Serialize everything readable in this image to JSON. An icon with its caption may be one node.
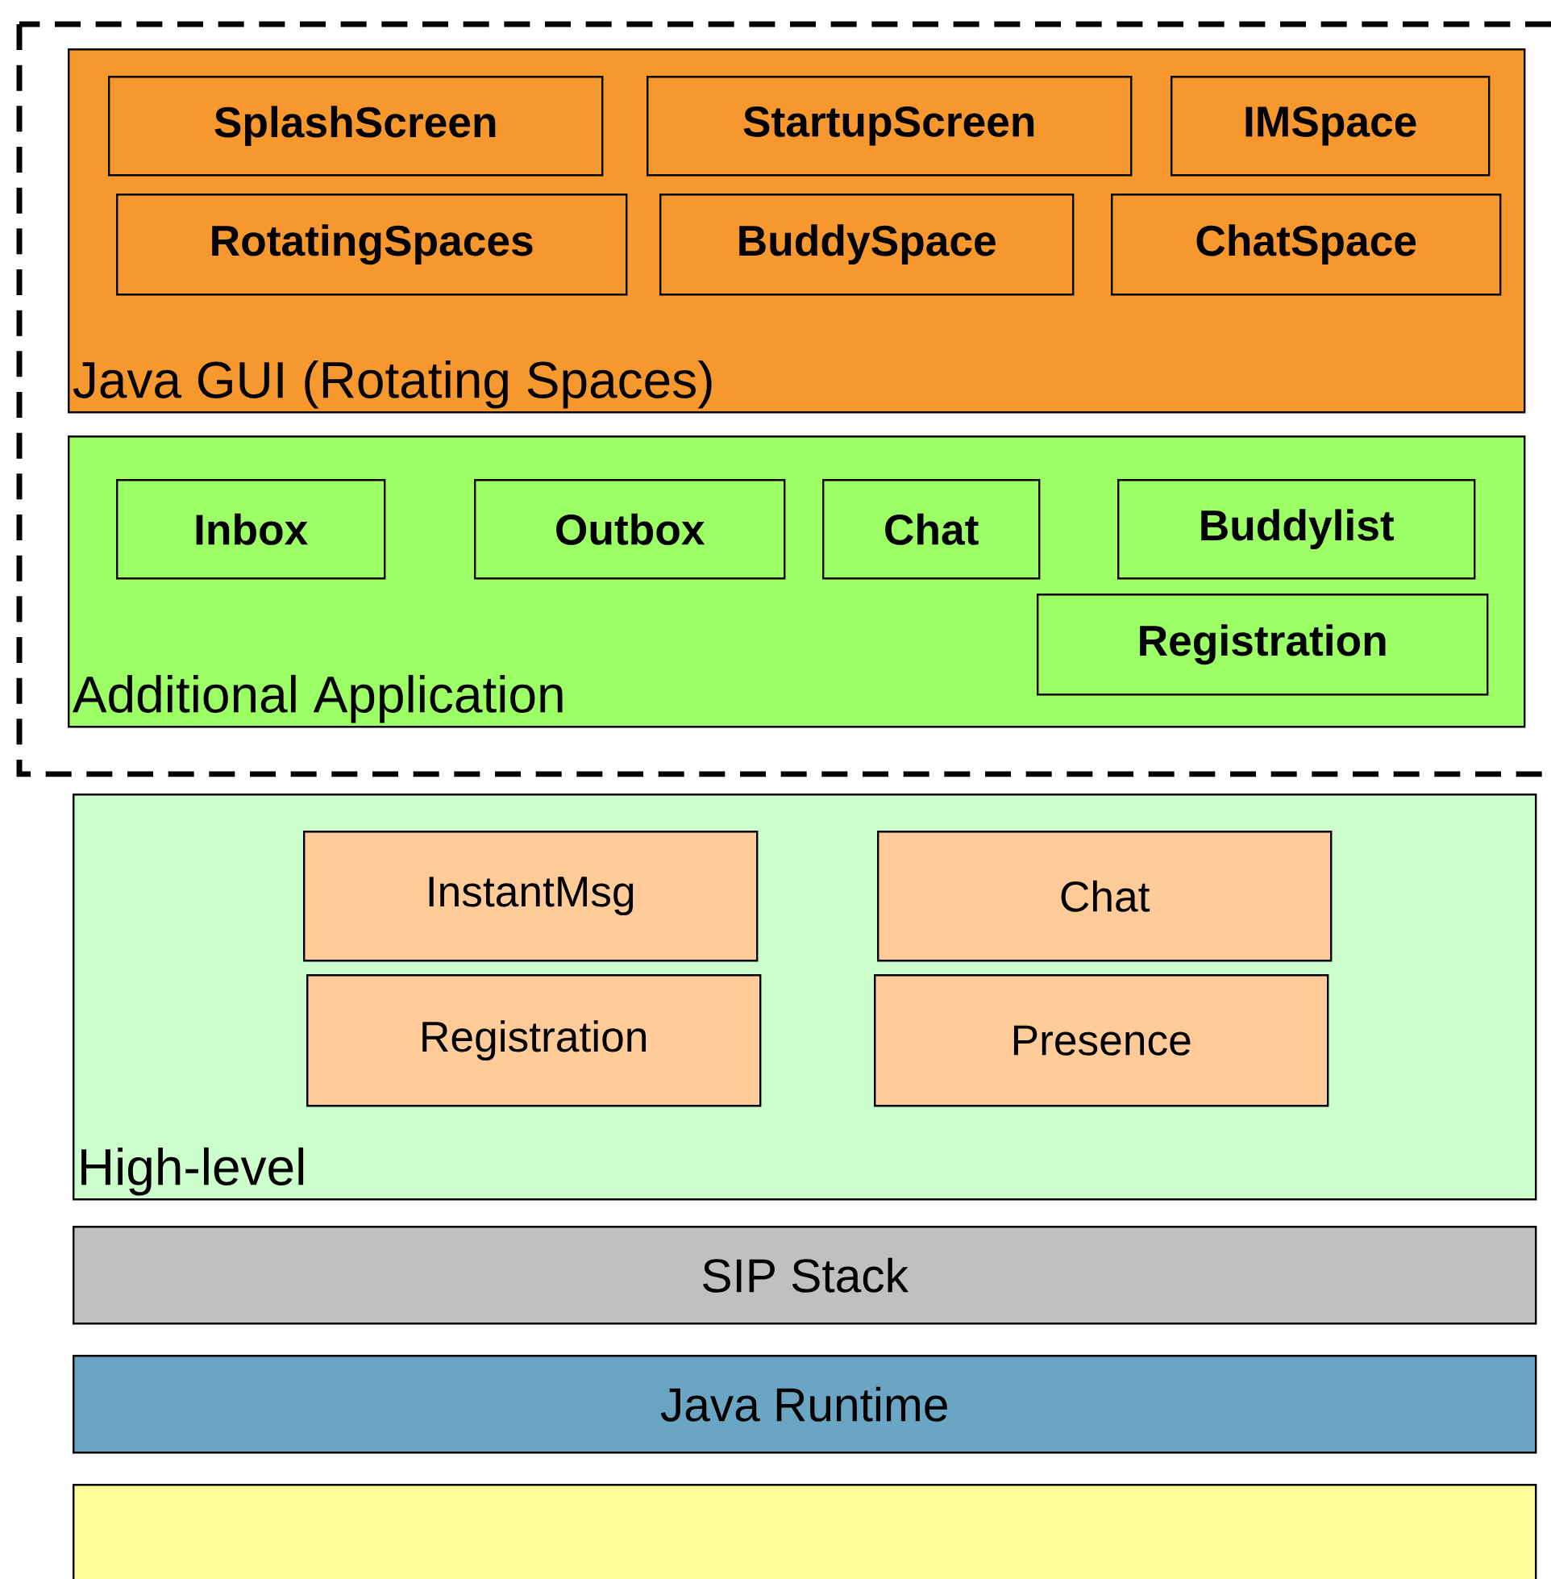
{
  "diagram": {
    "nodes": [
      {
        "text": [
          "Java GUI (Rotating Spaces)"
        ]
      },
      {
        "text": [
          "SplashScreen"
        ],
        "in": 0
      },
      {
        "text": [
          "StartupScreen"
        ],
        "in": 0
      },
      {
        "text": [
          "IMSpace"
        ],
        "in": 0
      },
      {
        "text": [
          "RotatingSpaces"
        ],
        "in": 0
      },
      {
        "text": [
          "BuddySpace"
        ],
        "in": 0
      },
      {
        "text": [
          "ChatSpace"
        ],
        "in": 0
      },
      {
        "text": [
          "Additional Application"
        ]
      },
      {
        "text": [
          "Inbox"
        ],
        "in": 7
      },
      {
        "text": [
          "Outbox"
        ],
        "in": 7
      },
      {
        "text": [
          "Chat"
        ],
        "in": 7
      },
      {
        "text": [
          "Buddylist"
        ],
        "in": 7
      },
      {
        "text": [
          "Registration"
        ],
        "in": 7
      },
      {
        "text": [
          "High-level"
        ]
      },
      {
        "text": [
          "InstantMsg"
        ],
        "in": 13
      },
      {
        "text": [
          "Chat"
        ],
        "in": 13
      },
      {
        "text": [
          "Registration"
        ],
        "in": 13
      },
      {
        "text": [
          "Presence"
        ],
        "in": 13
      },
      {
        "text": [
          "SIP Stack"
        ]
      },
      {
        "text": [
          "Java Runtime"
        ]
      },
      {
        "text": [],
        "shape": "box"
      }
    ]
  }
}
